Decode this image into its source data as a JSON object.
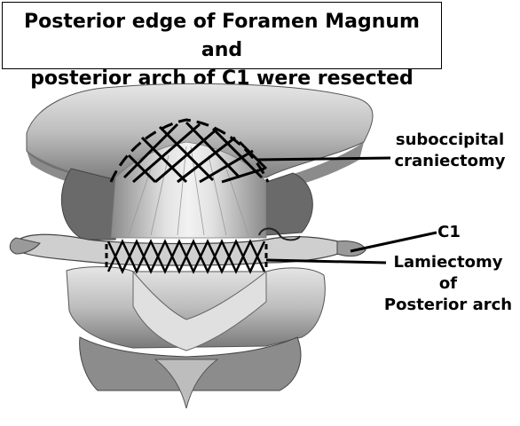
{
  "title": {
    "line1": "Posterior edge of Foramen Magnum and",
    "line2": "posterior arch of C1 were resected"
  },
  "labels": {
    "suboccipital_line1": "suboccipital",
    "suboccipital_line2": "craniectomy",
    "c1": "C1",
    "lamiectomy_line1": "Lamiectomy",
    "lamiectomy_line2": "of",
    "lamiectomy_line3": "Posterior arch"
  },
  "colors": {
    "bone_light": "#d8d8d8",
    "bone_mid": "#9a9a9a",
    "bone_dark": "#4a4a4a",
    "ink": "#000000"
  }
}
